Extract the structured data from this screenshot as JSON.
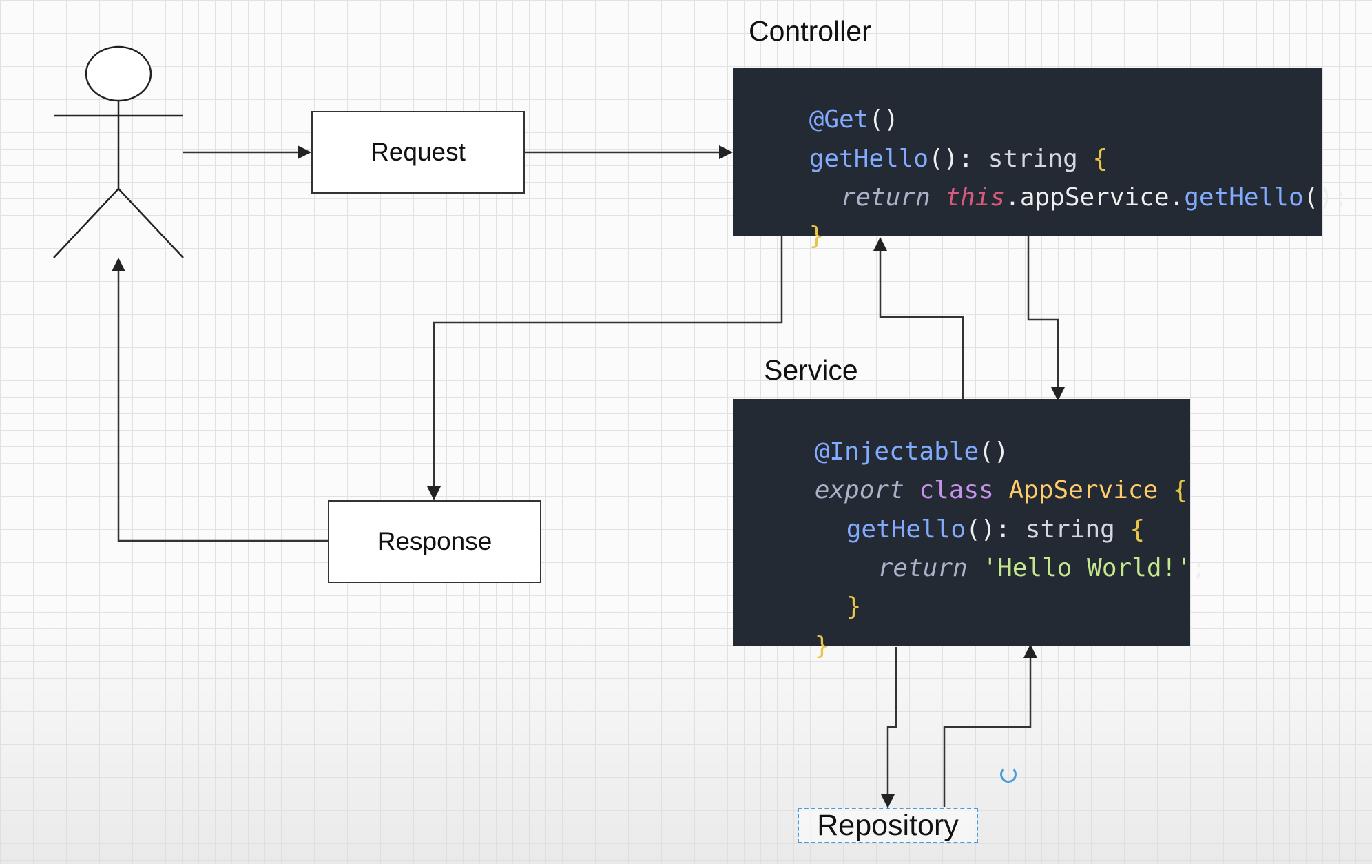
{
  "actor": {
    "name": ""
  },
  "request": {
    "label": "Request"
  },
  "response": {
    "label": "Response"
  },
  "controller": {
    "title": "Controller",
    "code": {
      "l1_decorator": "@Get",
      "l1_parens": "()",
      "l2_method": "getHello",
      "l2_sig": "(): ",
      "l2_type": "string",
      "l2_brace": " {",
      "l3_return": "return",
      "l3_this": "this",
      "l3_member": ".appService.",
      "l3_call": "getHello",
      "l3_end": "();",
      "l4_close": "}"
    }
  },
  "service": {
    "title": "Service",
    "code": {
      "l1_decorator": "@Injectable",
      "l1_parens": "()",
      "l2_export": "export",
      "l2_class": "class",
      "l2_name": "AppService",
      "l2_brace": " {",
      "l3_method": "getHello",
      "l3_sig": "(): ",
      "l3_type": "string",
      "l3_brace": " {",
      "l4_return": "return",
      "l4_string": "'Hello World!'",
      "l4_end": ";",
      "l5_close": "}",
      "l6_close": "}"
    }
  },
  "repository": {
    "label": "Repository"
  },
  "colors": {
    "code_bg": "#232a33",
    "line": "#333333",
    "accent_blue": "#4a9bd9"
  }
}
